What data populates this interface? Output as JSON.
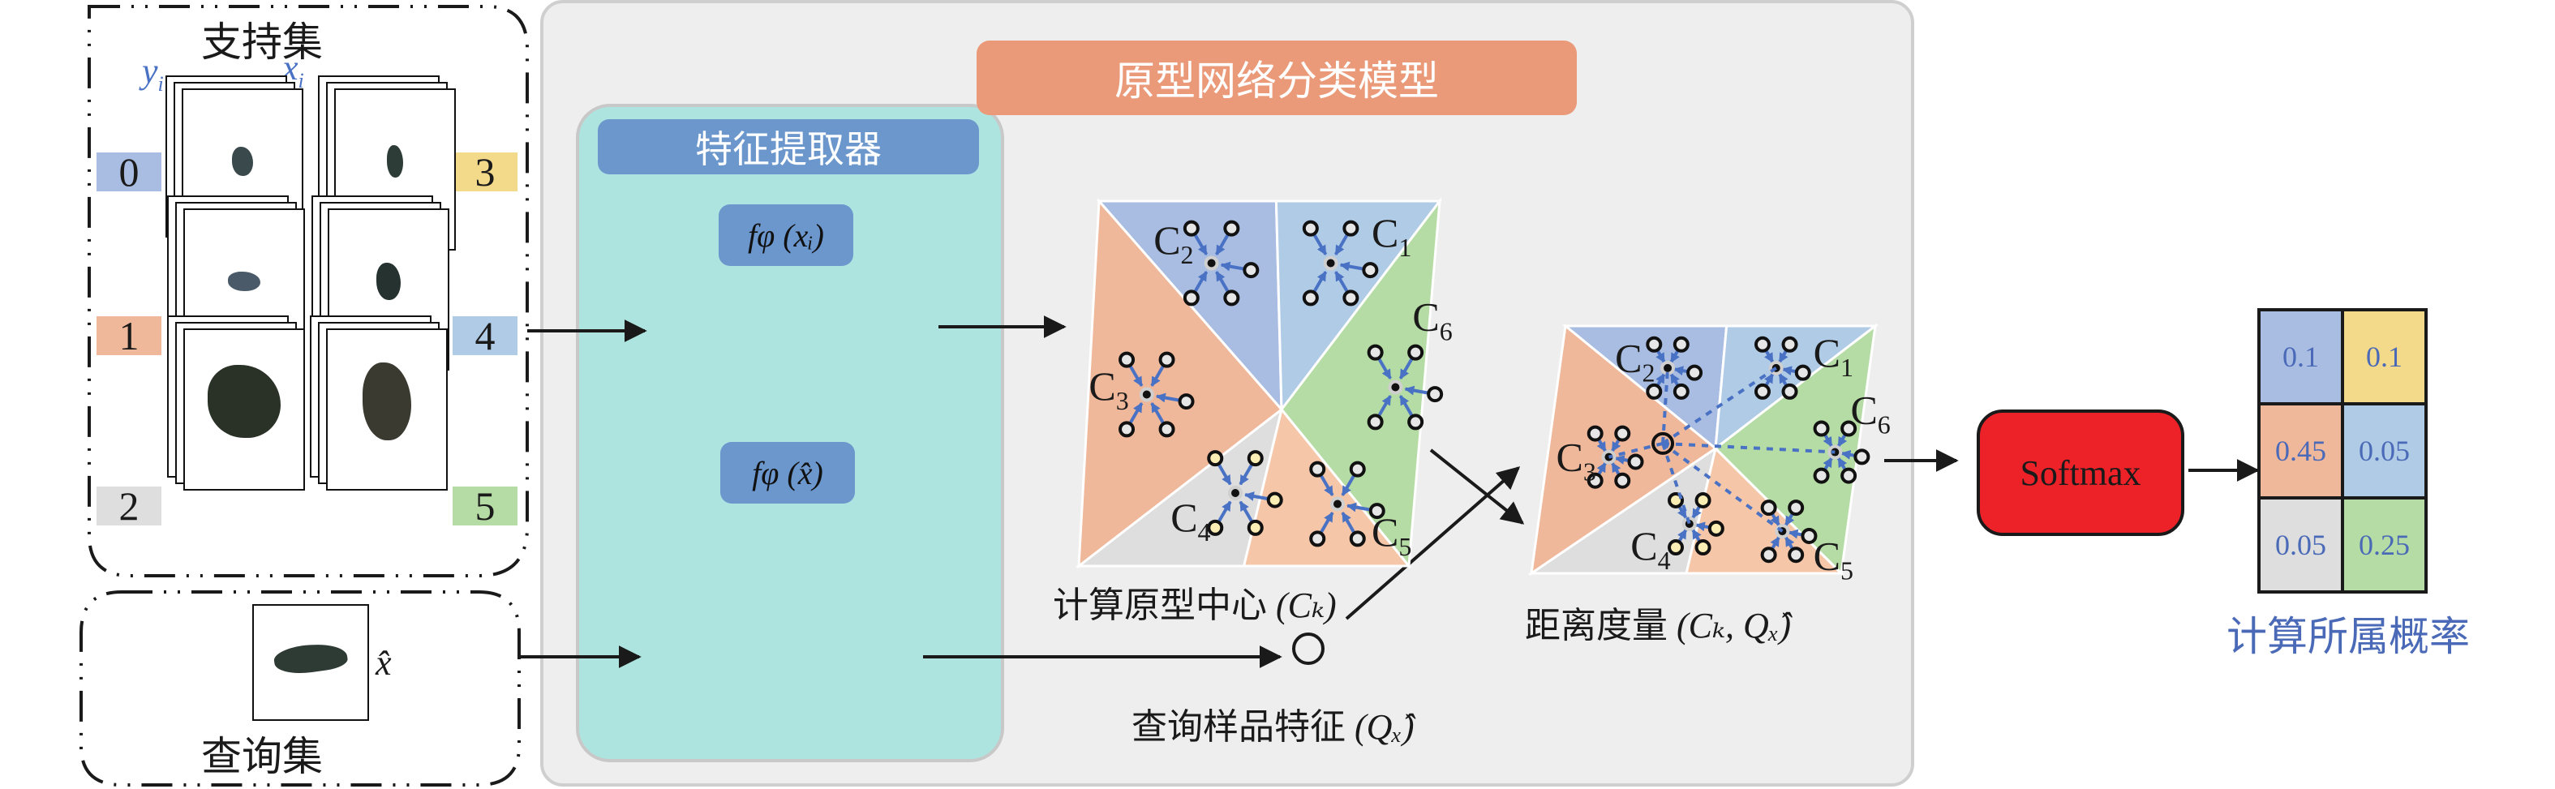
{
  "support_set": {
    "title": "支持集",
    "label_y": "y",
    "label_x": "x",
    "subscript": "i",
    "classes": [
      {
        "label": "0",
        "color": "#a9bde2",
        "side": "left"
      },
      {
        "label": "1",
        "color": "#f0b89b",
        "side": "left"
      },
      {
        "label": "2",
        "color": "#dedede",
        "side": "left"
      },
      {
        "label": "3",
        "color": "#f3d98a",
        "side": "right"
      },
      {
        "label": "4",
        "color": "#b0cbe6",
        "side": "right"
      },
      {
        "label": "5",
        "color": "#b5dca4",
        "side": "right"
      }
    ]
  },
  "query_set": {
    "title": "查询集",
    "sample_label": "x̂"
  },
  "model": {
    "title": "原型网络分类模型",
    "title_color": "#ea9a78",
    "feature_extractor": {
      "title": "特征提取器",
      "support_fn": "fφ (xᵢ)",
      "query_fn": "fφ (x̂)",
      "panel_color": "#aee4df",
      "box_color": "#6b97cd"
    },
    "prototype_diagram": {
      "caption_cn": "计算原型中心",
      "caption_math": "(Cₖ)",
      "regions": [
        {
          "name": "C1",
          "label": "C",
          "sub": "1",
          "color": "#b0cbe6"
        },
        {
          "name": "C2",
          "label": "C",
          "sub": "2",
          "color": "#a9bde2"
        },
        {
          "name": "C3",
          "label": "C",
          "sub": "3",
          "color": "#f0b89b"
        },
        {
          "name": "C4",
          "label": "C",
          "sub": "4",
          "color": "#dedede"
        },
        {
          "name": "C5",
          "label": "C",
          "sub": "5",
          "color": "#f5c6a8"
        },
        {
          "name": "C6",
          "label": "C",
          "sub": "6",
          "color": "#b5dca4"
        }
      ]
    },
    "query_feature": {
      "caption_cn": "查询样品特征",
      "caption_math": "(Qₓ̂)"
    },
    "distance_diagram": {
      "caption_cn": "距离度量",
      "caption_math": "(Cₖ, Qₓ̂)"
    }
  },
  "softmax": {
    "label": "Softmax",
    "color": "#ec2228"
  },
  "probabilities": {
    "caption": "计算所属概率",
    "caption_color": "#4a6ab8",
    "cells": [
      {
        "value": "0.1",
        "color": "#a9bde2"
      },
      {
        "value": "0.1",
        "color": "#f3d98a"
      },
      {
        "value": "0.45",
        "color": "#f0b89b"
      },
      {
        "value": "0.05",
        "color": "#b0cbe6"
      },
      {
        "value": "0.05",
        "color": "#dedede"
      },
      {
        "value": "0.25",
        "color": "#b5dca4"
      }
    ]
  }
}
